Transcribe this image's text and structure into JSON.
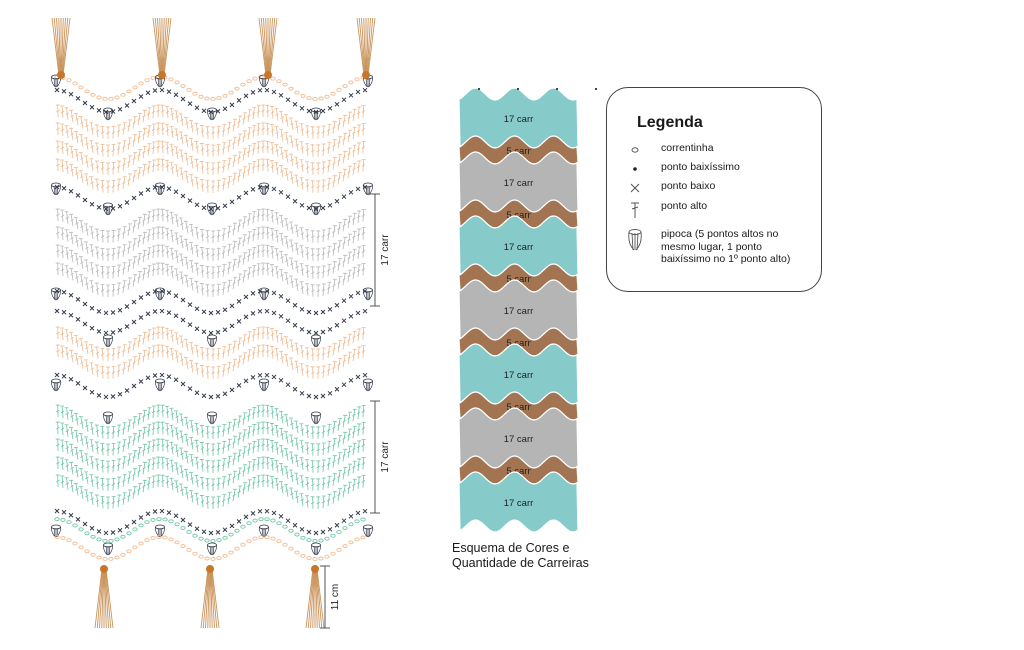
{
  "legend": {
    "title": "Legenda",
    "items": [
      {
        "icon": "chain-stitch-icon",
        "label": "correntinha"
      },
      {
        "icon": "slip-stitch-icon",
        "label": "ponto baixíssimo"
      },
      {
        "icon": "single-crochet-icon",
        "label": "ponto baixo"
      },
      {
        "icon": "double-crochet-icon",
        "label": "ponto alto"
      },
      {
        "icon": "popcorn-stitch-icon",
        "label_lines": [
          "pipoca (5 pontos altos no",
          "mesmo lugar, 1 ponto",
          "baixíssimo no 1º ponto alto)"
        ]
      }
    ]
  },
  "scheme": {
    "caption_lines": [
      "Esquema de Cores e",
      "Quantidade de Carreiras"
    ],
    "stripes": [
      {
        "label": "17 carr",
        "color": "#86cbca"
      },
      {
        "label": "5 carr",
        "color": "#a27451"
      },
      {
        "label": "17 carr",
        "color": "#b5b5b5"
      },
      {
        "label": "5 carr",
        "color": "#a27451"
      },
      {
        "label": "17 carr",
        "color": "#86cbca"
      },
      {
        "label": "5 carr",
        "color": "#a27451"
      },
      {
        "label": "17 carr",
        "color": "#b5b5b5"
      },
      {
        "label": "5 carr",
        "color": "#a27451"
      },
      {
        "label": "17 carr",
        "color": "#86cbca"
      },
      {
        "label": "5 carr",
        "color": "#a27451"
      },
      {
        "label": "17 carr",
        "color": "#b5b5b5"
      },
      {
        "label": "5 carr",
        "color": "#a27451"
      },
      {
        "label": "17 carr",
        "color": "#86cbca"
      }
    ]
  },
  "diagram": {
    "dimension_labels": [
      "17 carr",
      "17 carr",
      "11 cm"
    ],
    "colors": {
      "peach": "#f0b98e",
      "grey": "#b8b8b8",
      "green": "#6cc6a2",
      "dark": "#333a4a",
      "tassel": "#c9935a",
      "knot": "#c8762c"
    }
  }
}
